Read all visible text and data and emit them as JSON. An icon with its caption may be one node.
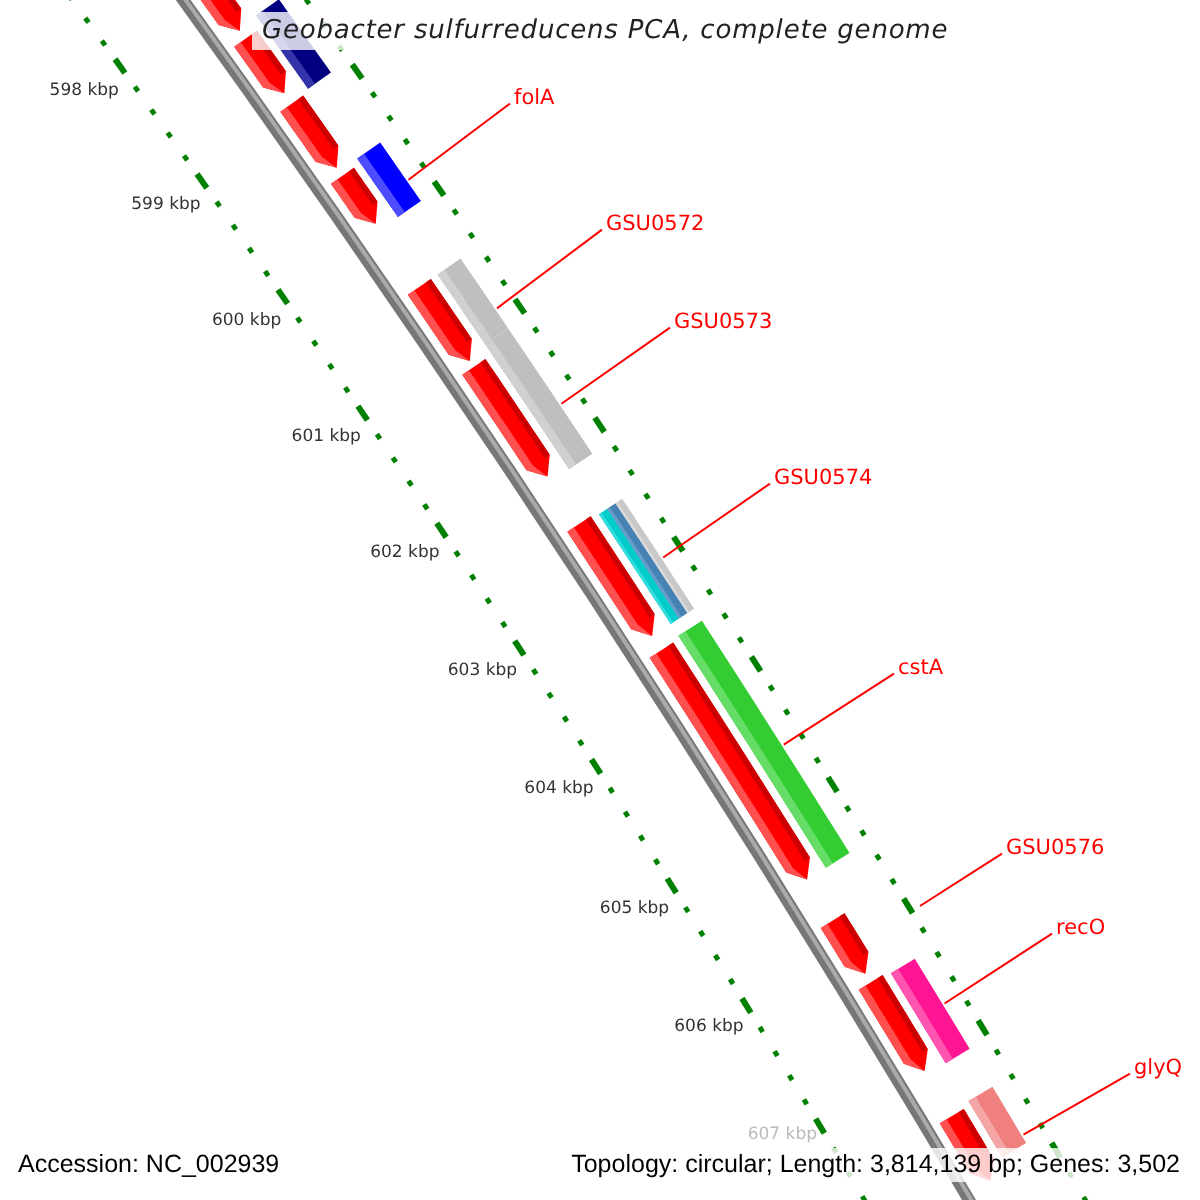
{
  "diagram": {
    "title": "Geobacter sulfurreducens PCA, complete genome",
    "nodes": [
      {
        "text": [
          "folA"
        ]
      },
      {
        "text": [
          "GSU0572"
        ]
      },
      {
        "text": [
          "GSU0573"
        ]
      },
      {
        "text": [
          "GSU0574"
        ]
      },
      {
        "text": [
          "cstA"
        ]
      },
      {
        "text": [
          "GSU0576"
        ]
      },
      {
        "text": [
          "recO"
        ]
      },
      {
        "text": [
          "glyQ"
        ]
      },
      {
        "text": [],
        "shape": "bar"
      },
      {
        "text": [],
        "shape": "bar"
      },
      {
        "text": [],
        "shape": "bar"
      },
      {
        "text": [],
        "shape": "bar"
      },
      {
        "text": [],
        "shape": "bar"
      },
      {
        "text": [],
        "shape": "bar"
      },
      {
        "text": [],
        "shape": "bar"
      }
    ],
    "edges": [
      {
        "from": 0,
        "to": 8,
        "arrow": "none"
      },
      {
        "from": 1,
        "to": 9,
        "arrow": "none"
      },
      {
        "from": 2,
        "to": 10,
        "arrow": "none"
      },
      {
        "from": 3,
        "to": 11,
        "arrow": "none"
      },
      {
        "from": 4,
        "to": 12,
        "arrow": "none"
      },
      {
        "from": 5,
        "to": null,
        "arrow": "none"
      },
      {
        "from": 6,
        "to": 13,
        "arrow": "none"
      },
      {
        "from": 7,
        "to": 14,
        "arrow": "none"
      }
    ],
    "labels": [
      "598 kbp",
      "599 kbp",
      "600 kbp",
      "601 kbp",
      "602 kbp",
      "603 kbp",
      "604 kbp",
      "605 kbp",
      "606 kbp",
      "607 kbp",
      "Accession: NC_002939",
      "Topology: circular; Length: 3,814,139 bp; Genes: 3,502"
    ]
  }
}
